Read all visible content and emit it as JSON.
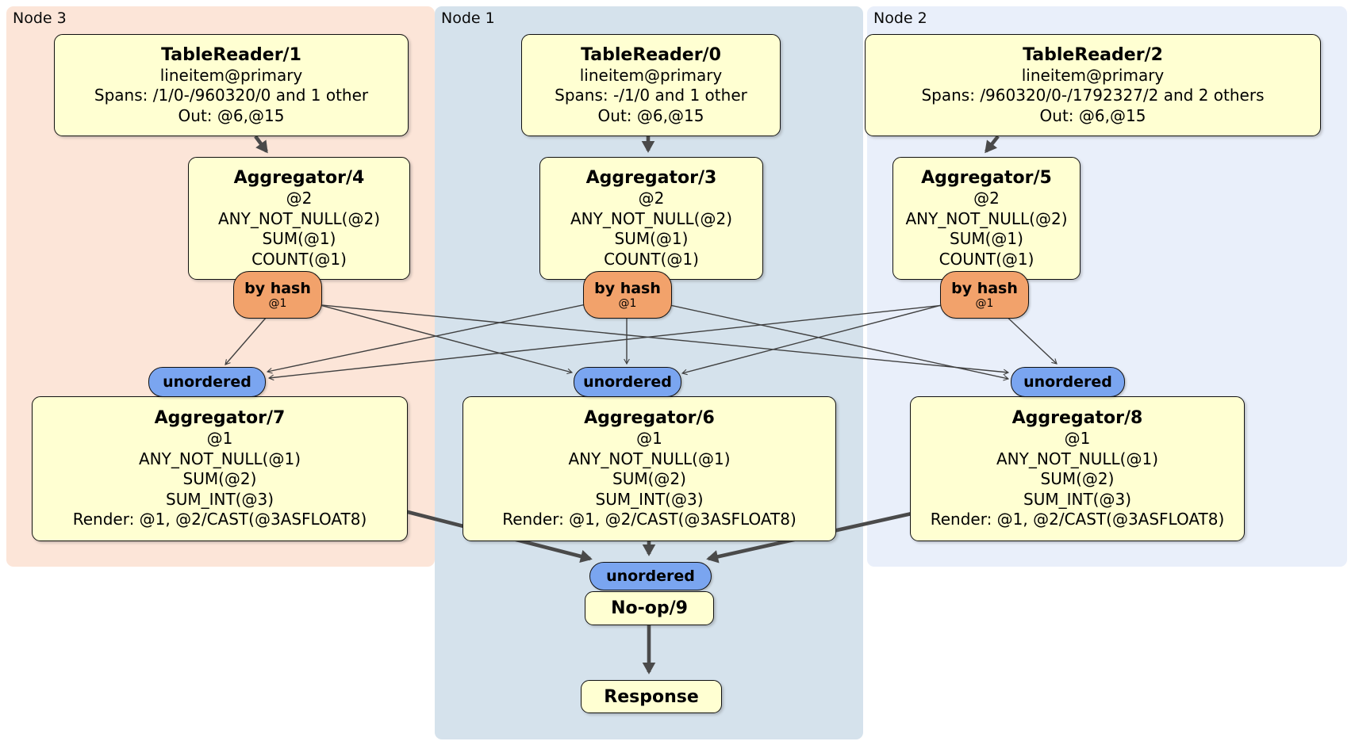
{
  "diagram": {
    "kind": "distributed SQL plan",
    "regions": {
      "node3": {
        "label": "Node 3"
      },
      "node1": {
        "label": "Node 1"
      },
      "node2": {
        "label": "Node 2"
      }
    },
    "processors": {
      "tablereader1": {
        "title": "TableReader/1",
        "lines": [
          "lineitem@primary",
          "Spans: /1/0-/960320/0 and 1 other",
          "Out: @6,@15"
        ]
      },
      "tablereader0": {
        "title": "TableReader/0",
        "lines": [
          "lineitem@primary",
          "Spans: -/1/0 and 1 other",
          "Out: @6,@15"
        ]
      },
      "tablereader2": {
        "title": "TableReader/2",
        "lines": [
          "lineitem@primary",
          "Spans: /960320/0-/1792327/2 and 2 others",
          "Out: @6,@15"
        ]
      },
      "aggregator4": {
        "title": "Aggregator/4",
        "lines": [
          "@2",
          "ANY_NOT_NULL(@2)",
          "SUM(@1)",
          "COUNT(@1)"
        ]
      },
      "aggregator3": {
        "title": "Aggregator/3",
        "lines": [
          "@2",
          "ANY_NOT_NULL(@2)",
          "SUM(@1)",
          "COUNT(@1)"
        ]
      },
      "aggregator5": {
        "title": "Aggregator/5",
        "lines": [
          "@2",
          "ANY_NOT_NULL(@2)",
          "SUM(@1)",
          "COUNT(@1)"
        ]
      },
      "aggregator7": {
        "title": "Aggregator/7",
        "lines": [
          "@1",
          "ANY_NOT_NULL(@1)",
          "SUM(@2)",
          "SUM_INT(@3)",
          "Render: @1, @2/CAST(@3ASFLOAT8)"
        ]
      },
      "aggregator6": {
        "title": "Aggregator/6",
        "lines": [
          "@1",
          "ANY_NOT_NULL(@1)",
          "SUM(@2)",
          "SUM_INT(@3)",
          "Render: @1, @2/CAST(@3ASFLOAT8)"
        ]
      },
      "aggregator8": {
        "title": "Aggregator/8",
        "lines": [
          "@1",
          "ANY_NOT_NULL(@1)",
          "SUM(@2)",
          "SUM_INT(@3)",
          "Render: @1, @2/CAST(@3ASFLOAT8)"
        ]
      },
      "noop9": {
        "title": "No-op/9"
      },
      "response": {
        "title": "Response"
      }
    },
    "connectors": {
      "by_hash": {
        "label": "by hash",
        "detail": "@1"
      },
      "unordered": {
        "label": "unordered"
      }
    },
    "colors": {
      "node3_region": "#fce5d8",
      "node1_region": "#d5e2ec",
      "node2_region": "#e9effa",
      "processor_fill": "#ffffd2",
      "router_fill": "#f2a26b",
      "stream_fill": "#7aa5f0",
      "edge_thin": "#404040",
      "edge_thick": "#4a4a4a"
    }
  }
}
